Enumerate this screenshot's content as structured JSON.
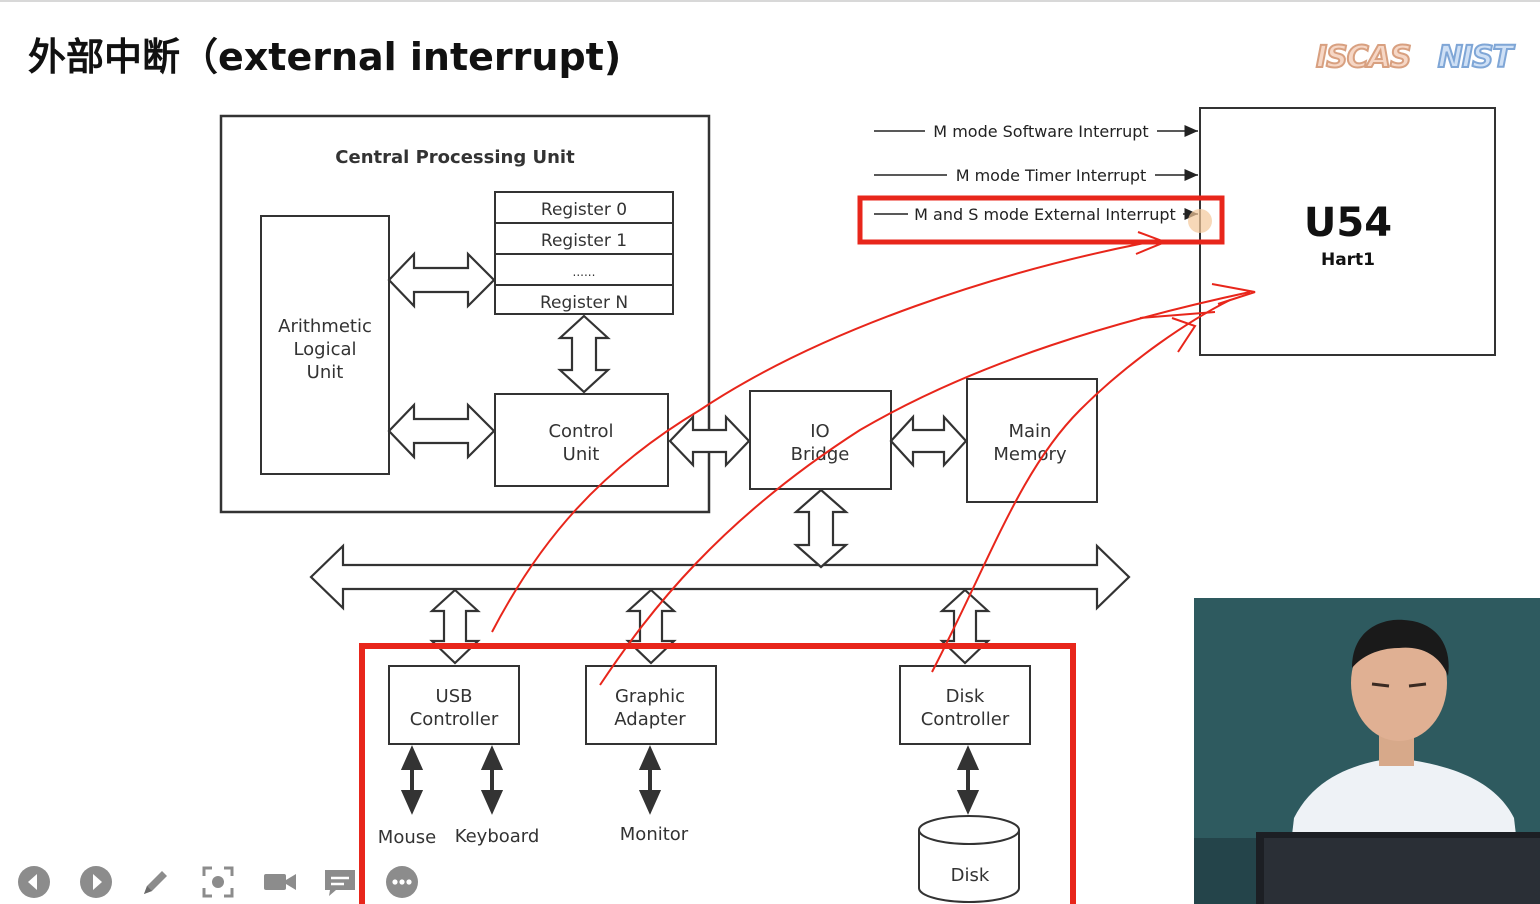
{
  "slide": {
    "title": "外部中断（external interrupt)",
    "logos": [
      "ISCAS",
      "NIST"
    ]
  },
  "diagram": {
    "cpu_title": "Central Processing Unit",
    "registers": [
      "Register 0",
      "Register 1",
      "......",
      "Register N"
    ],
    "alu": [
      "Arithmetic",
      "Logical",
      "Unit"
    ],
    "control_unit": [
      "Control",
      "Unit"
    ],
    "io_bridge": [
      "IO",
      "Bridge"
    ],
    "main_memory": [
      "Main",
      "Memory"
    ],
    "usb_controller": [
      "USB",
      "Controller"
    ],
    "graphic_adapter": [
      "Graphic",
      "Adapter"
    ],
    "disk_controller": [
      "Disk",
      "Controller"
    ],
    "devices": {
      "mouse": "Mouse",
      "keyboard": "Keyboard",
      "monitor": "Monitor",
      "disk": "Disk"
    },
    "interrupts": [
      "M mode Software Interrupt",
      "M mode Timer Interrupt",
      "M and S mode External Interrupt"
    ],
    "core": {
      "name": "U54",
      "hart": "Hart1"
    }
  },
  "player_controls": [
    {
      "icon": "previous-icon"
    },
    {
      "icon": "next-icon"
    },
    {
      "icon": "pen-icon"
    },
    {
      "icon": "screenshot-icon"
    },
    {
      "icon": "camera-icon"
    },
    {
      "icon": "comment-icon"
    },
    {
      "icon": "more-icon"
    }
  ],
  "colors": {
    "annotation": "#e8261b",
    "box_stroke": "#333333",
    "video_bg": "#2f5a60"
  }
}
